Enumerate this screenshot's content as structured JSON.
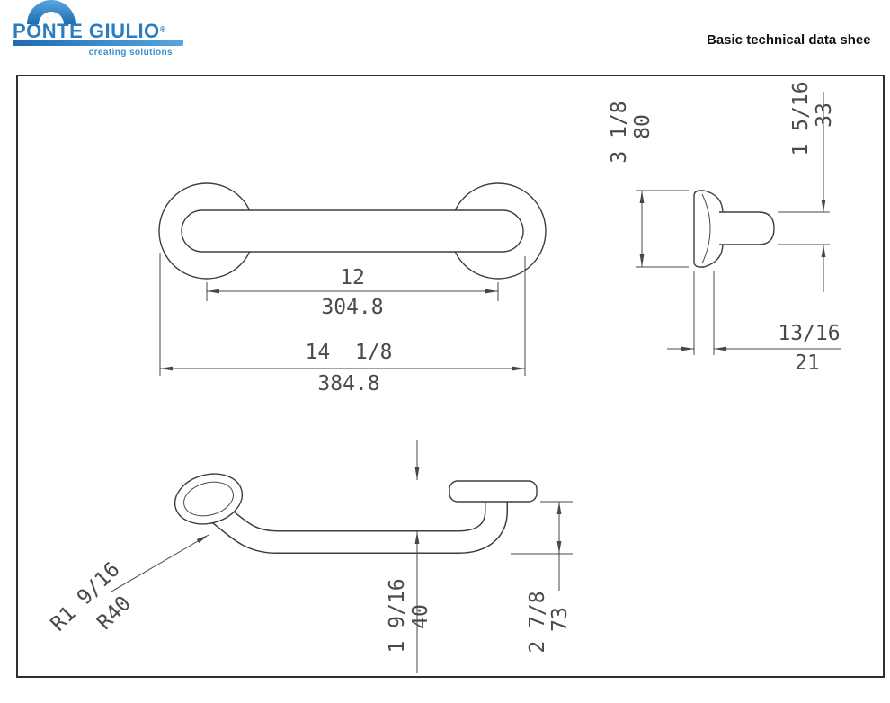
{
  "header": {
    "brand": "PONTE GIULIO",
    "brand_reg": "®",
    "tagline": "creating solutions",
    "doc_title": "Basic technical data shee"
  },
  "front_view": {
    "inner_in": "12",
    "inner_mm": "304.8",
    "overall_in": "14  1/8",
    "overall_mm": "384.8"
  },
  "side_view": {
    "height_in": "3 1/8",
    "height_mm": "80",
    "tube_in": "1 5/16",
    "tube_mm": "33",
    "depth_in": "13/16",
    "depth_mm": "21"
  },
  "profile_view": {
    "radius_in": "R1 9/16",
    "radius_mm": "R40",
    "offset_in": "1 9/16",
    "offset_mm": "40",
    "total_in": "2 7/8",
    "total_mm": "73"
  },
  "colors": {
    "brand_blue": "#2b7dc1",
    "line_gray": "#3d3d3d"
  }
}
